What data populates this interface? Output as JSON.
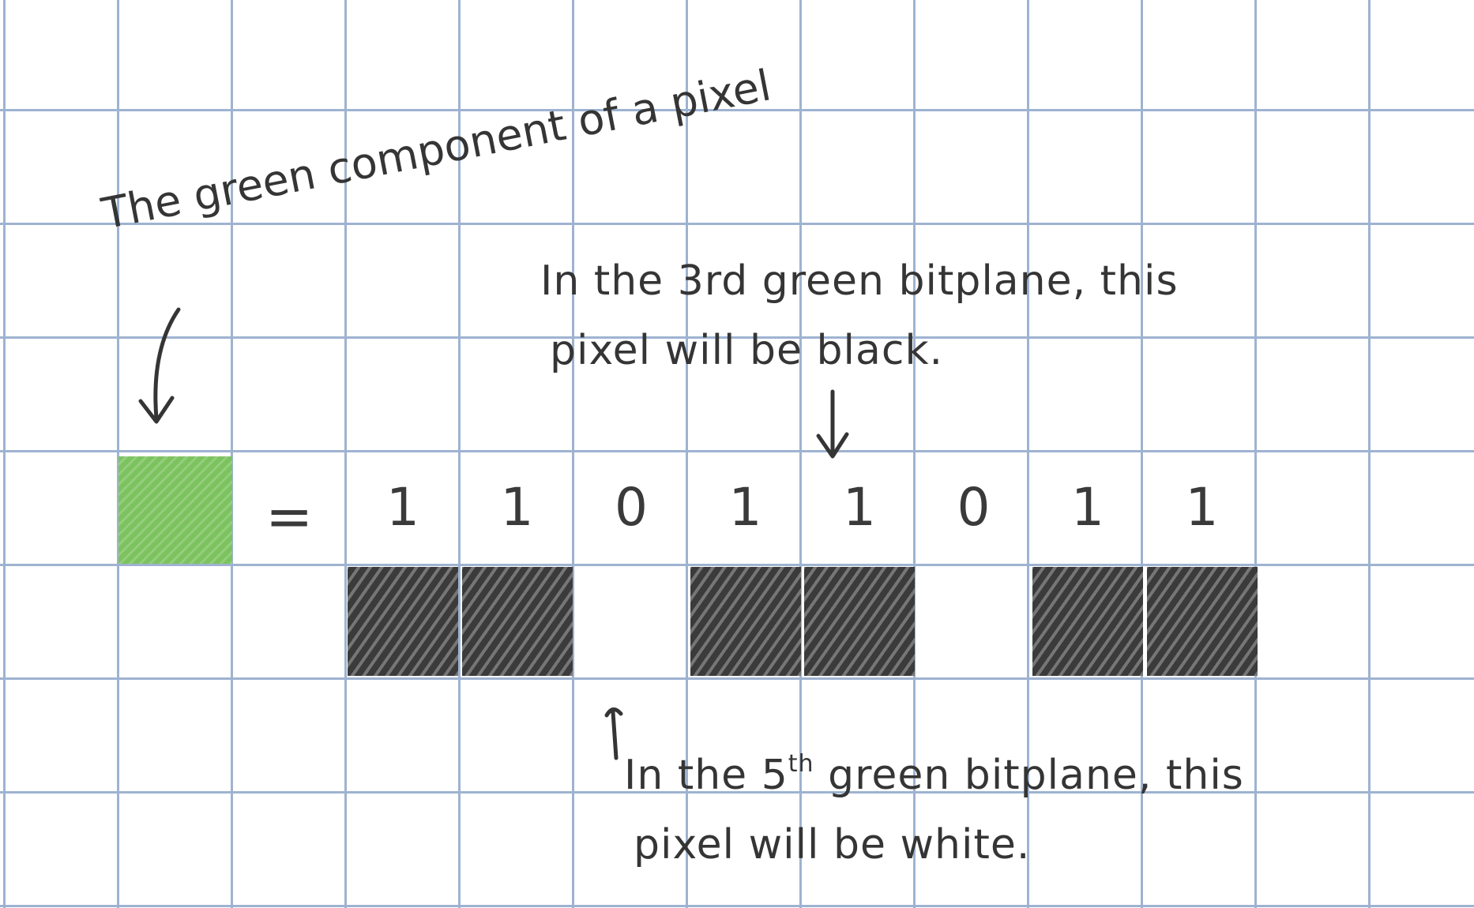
{
  "annotations": {
    "green_component": "The green component of a pixel",
    "third_plane_line1": "In the 3rd green bitplane, this",
    "third_plane_line2": "pixel will be black.",
    "fifth_plane_line1_pre": "In the 5",
    "fifth_plane_line1_sup": "th",
    "fifth_plane_line1_post": " green bitplane, this",
    "fifth_plane_line2": "pixel will be white."
  },
  "equation": {
    "equals": "=",
    "bits": [
      "1",
      "1",
      "0",
      "1",
      "1",
      "0",
      "1",
      "1"
    ]
  },
  "colors": {
    "grid": "#9eb3d1",
    "green_swatch": "#7cc35f",
    "black_plane": "#3b3b3b",
    "ink": "#353535"
  }
}
